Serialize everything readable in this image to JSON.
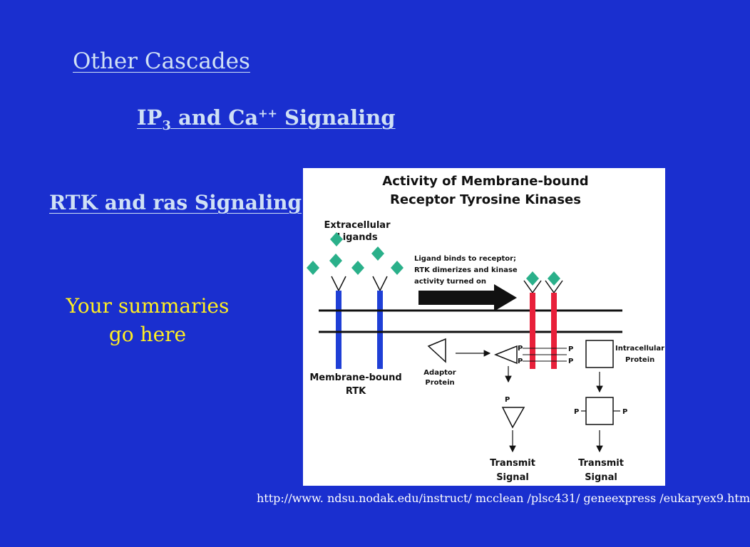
{
  "slide": {
    "title": "Other Cascades",
    "ip3_link": {
      "prefix": "IP",
      "sub": "3",
      "middle": " and Ca",
      "sup": "++",
      "suffix": " Signaling"
    },
    "rtk_link": "RTK and ras Signaling ",
    "summary_line1": "Your summaries",
    "summary_line2": "go here",
    "source_url": "http://www. ndsu.nodak.edu/instruct/ mcclean /plsc431/ geneexpress /eukaryex9.htm"
  },
  "figure": {
    "title_line1": "Activity of Membrane-bound",
    "title_line2": "Receptor Tyrosine Kinases",
    "extracellular_line1": "Extracellular",
    "extracellular_line2": "Ligands",
    "arrow_note_line1": "Ligand binds to receptor;",
    "arrow_note_line2": "RTK dimerizes and kinase",
    "arrow_note_line3": "activity turned on",
    "membrane_label_line1": "Membrane-bound",
    "membrane_label_line2": "RTK",
    "adaptor_line1": "Adaptor",
    "adaptor_line2": "Protein",
    "intracellular_line1": "Intracellular",
    "intracellular_line2": "Protein",
    "phospho_label": "P",
    "transmit_line1": "Transmit",
    "transmit_line2": "Signal",
    "colors": {
      "ligand": "#2ab08a",
      "inactive_receptor": "#1f3fd6",
      "active_receptor": "#e8203a",
      "slide_background": "#1a2fcf",
      "summary_text": "#ffee22"
    }
  }
}
